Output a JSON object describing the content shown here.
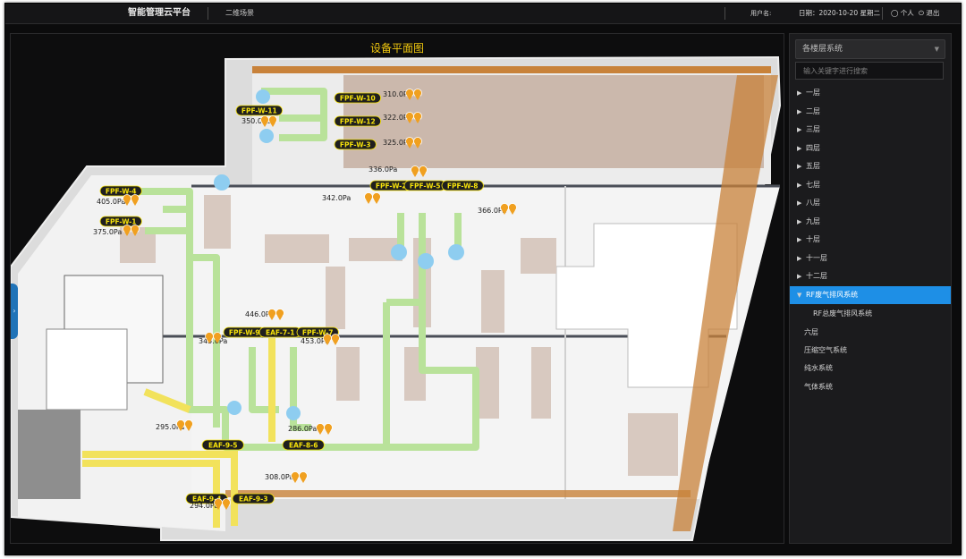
{
  "header": {
    "app_title": "智能管理云平台",
    "nav_2d": "二维场景",
    "user_label": "用户名:",
    "date_label": "日期：2020-10-20  星期二",
    "profile_label": "个人",
    "logout_label": "退出"
  },
  "plan": {
    "title": "设备平面图",
    "devices": [
      {
        "label": "FPF-W-10",
        "value": "310.0Pa"
      },
      {
        "label": "FPF-W-11",
        "value": "350.0Pa"
      },
      {
        "label": "FPF-W-12",
        "value": "322.0Pa"
      },
      {
        "label": "FPF-W-3",
        "value": "325.0Pa"
      },
      {
        "label": "FPF-W-4",
        "value": "405.0Pa"
      },
      {
        "label": "FPF-W-1",
        "value": "375.0Pa"
      },
      {
        "label": "FPF-W-2",
        "value": "342.0Pa"
      },
      {
        "label": "FPF-W-5",
        "value": "336.0Pa"
      },
      {
        "label": "FPF-W-8",
        "value": "366.0Pa"
      },
      {
        "label": "FPF-W-9",
        "value": "345.0Pa"
      },
      {
        "label": "EAF-7-1",
        "value": "446.0Pa"
      },
      {
        "label": "FPF-W-7",
        "value": "453.0Pa"
      },
      {
        "label": "EAF-9-5",
        "value": "295.0Pa"
      },
      {
        "label": "EAF-8-6",
        "value": "286.0Pa"
      },
      {
        "label": "EAF-9-4",
        "value": "294.0Pa"
      },
      {
        "label": "EAF-9-3",
        "value": "308.0Pa"
      }
    ]
  },
  "panel": {
    "selector_value": "各楼层系统",
    "search_placeholder": "输入关键字进行搜索",
    "tree": [
      {
        "label": "一层"
      },
      {
        "label": "二层"
      },
      {
        "label": "三层"
      },
      {
        "label": "四层"
      },
      {
        "label": "五层"
      },
      {
        "label": "七层"
      },
      {
        "label": "八层"
      },
      {
        "label": "九层"
      },
      {
        "label": "十层"
      },
      {
        "label": "十一层"
      },
      {
        "label": "十二层"
      },
      {
        "label": "RF废气排风系统"
      },
      {
        "label": "RF总废气排风系统"
      },
      {
        "label": "六层"
      },
      {
        "label": "压缩空气系统"
      },
      {
        "label": "纯水系统"
      },
      {
        "label": "气体系统"
      }
    ]
  },
  "colors": {
    "accent_blue": "#1e8fe6",
    "title_yellow": "#f1c80e",
    "label_yellow": "#f7e30a",
    "duct_green": "#b9e29a",
    "duct_yellow": "#f2e25c",
    "fan_blue": "#8ecdf0",
    "marker_orange": "#f0a020"
  }
}
